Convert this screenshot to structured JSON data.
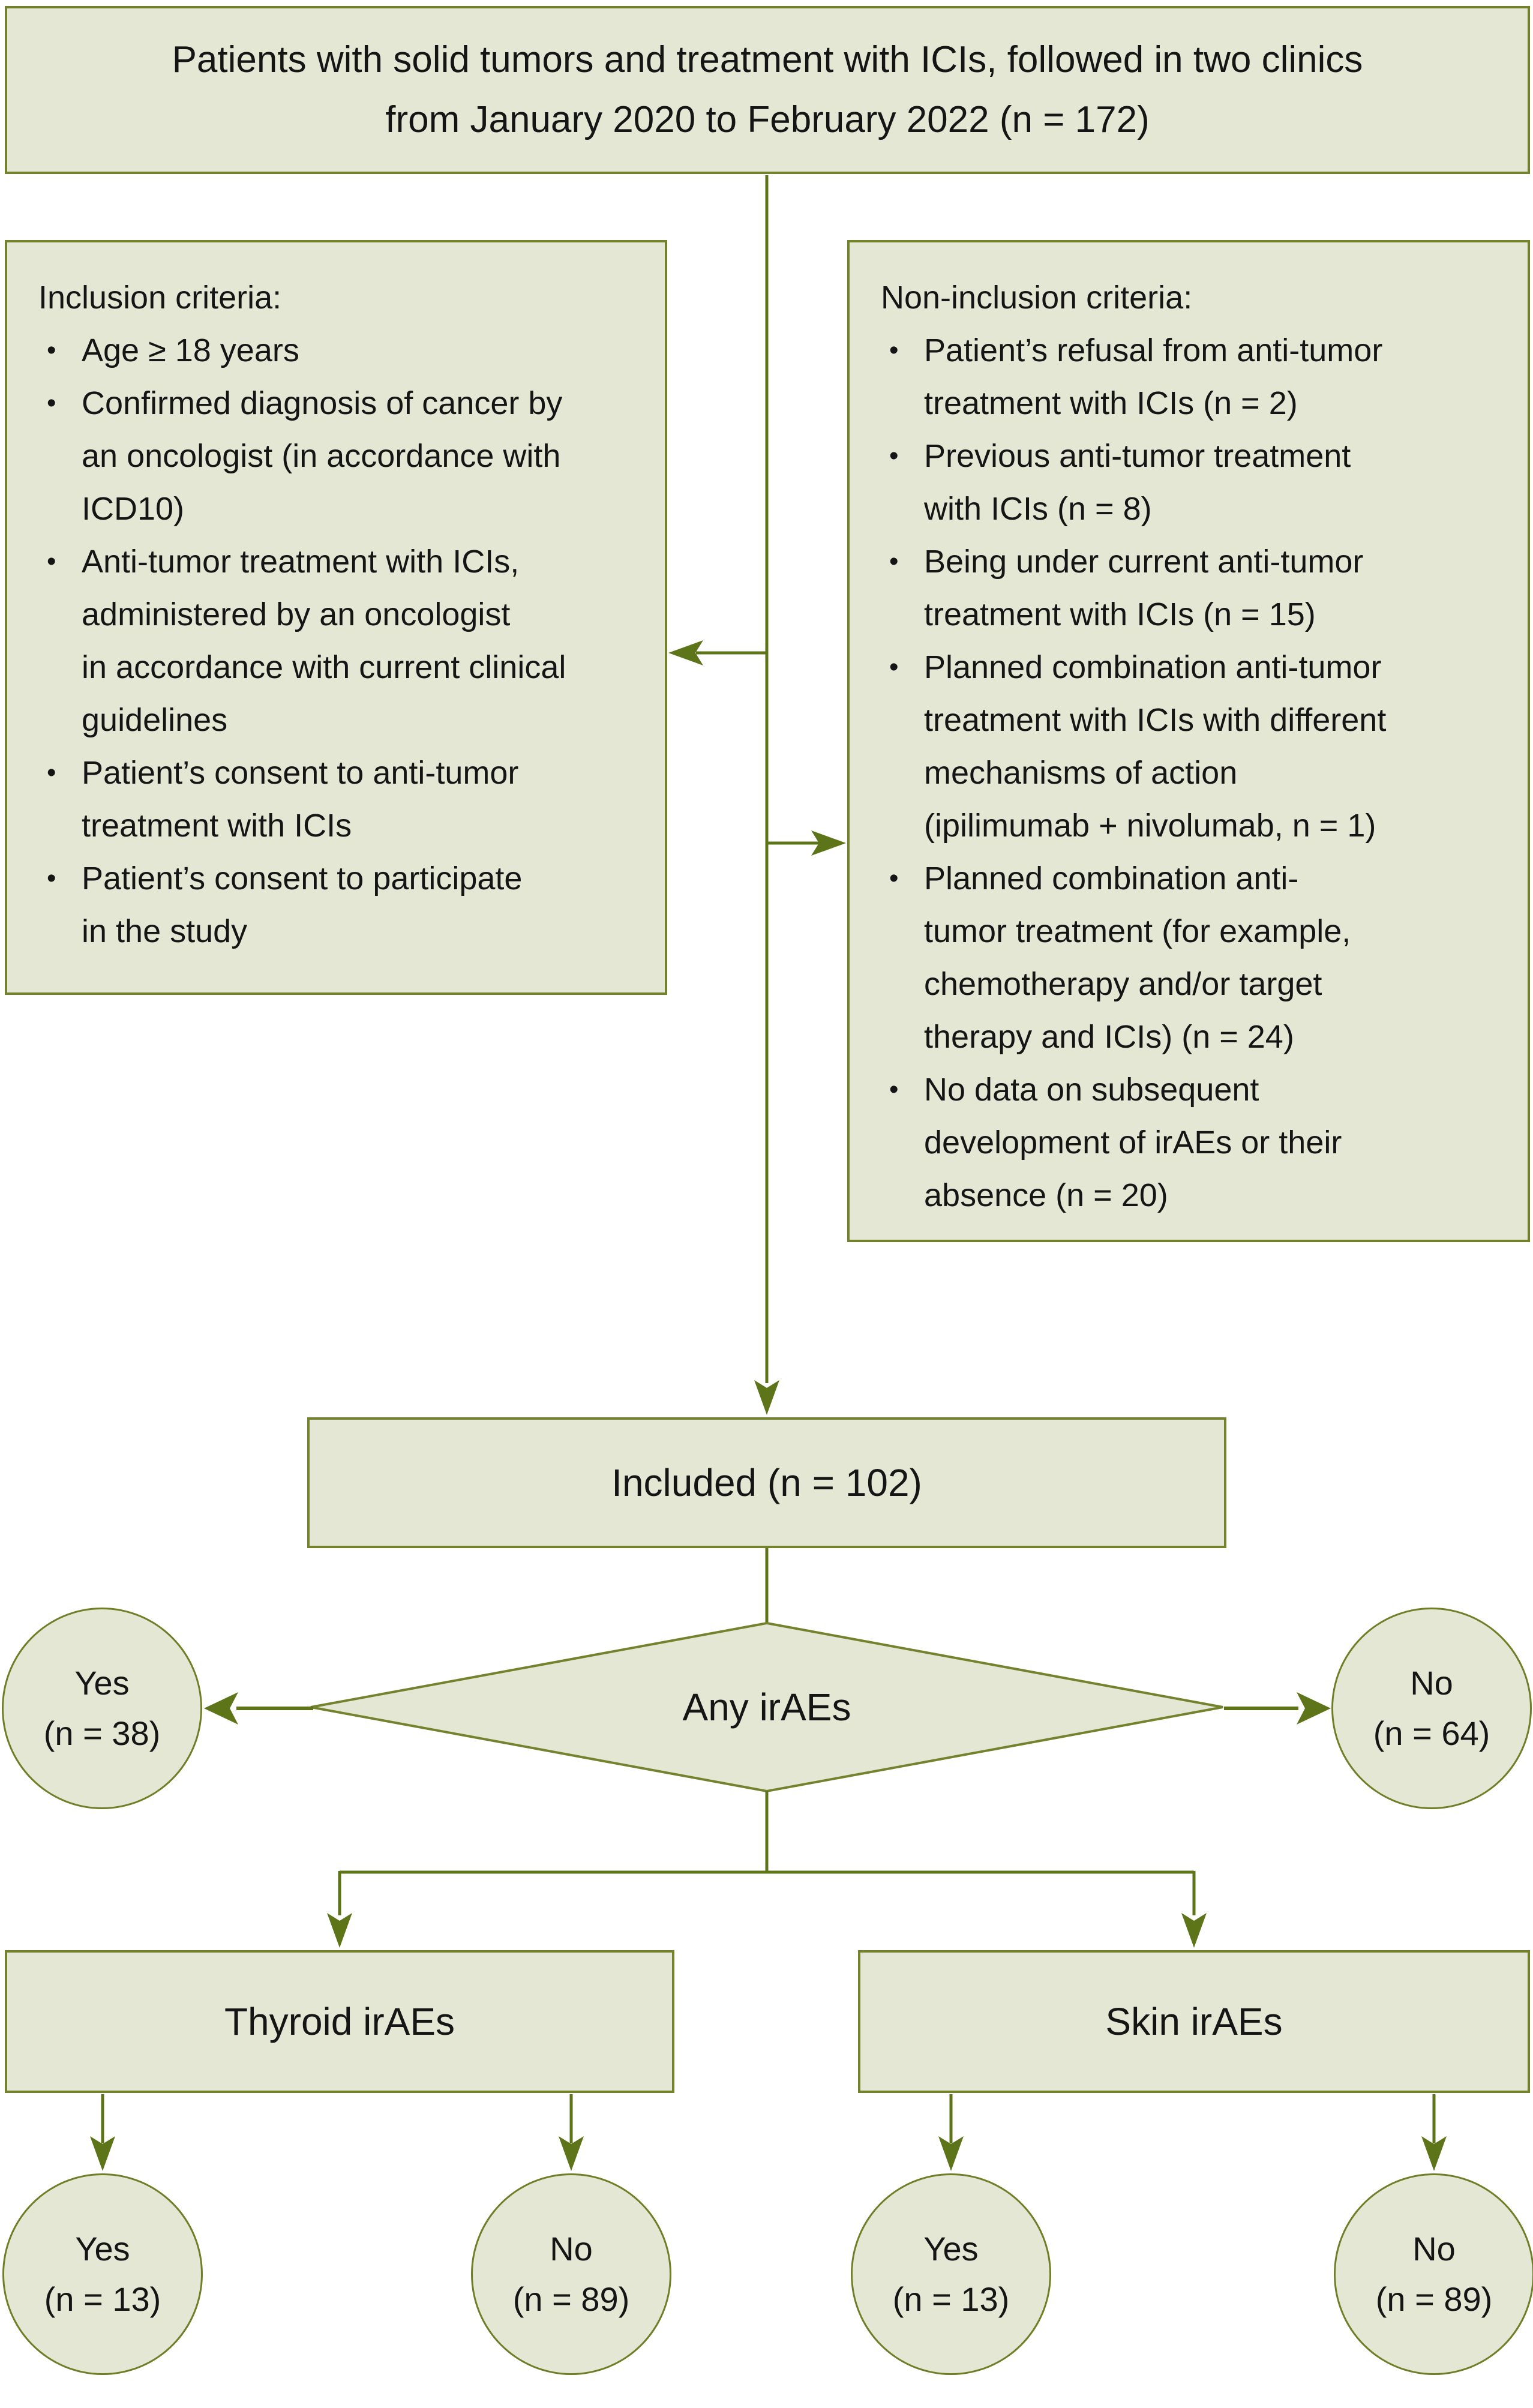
{
  "colors": {
    "box_fill": "#e3e7d4",
    "box_border": "#73832d",
    "arrow_line": "#5d7419",
    "text": "#151515",
    "background": "#ffffff"
  },
  "top_box": {
    "lines": [
      "Patients with solid tumors and treatment with ICIs, followed in two clinics",
      "from January 2020 to February 2022 (n = 172)"
    ]
  },
  "inclusion_box": {
    "title": "Inclusion criteria:",
    "items": [
      [
        "Age ≥ 18 years"
      ],
      [
        "Confirmed diagnosis of cancer by",
        "an oncologist (in accordance with",
        "ICD10)"
      ],
      [
        "Anti-tumor treatment with ICIs,",
        "administered by an oncologist",
        "in accordance with current clinical",
        "guidelines"
      ],
      [
        "Patient’s consent to anti-tumor",
        "treatment with ICIs"
      ],
      [
        "Patient’s consent to participate",
        "in the study"
      ]
    ]
  },
  "non_inclusion_box": {
    "title": "Non-inclusion criteria:",
    "items": [
      [
        "Patient’s refusal from anti-tumor",
        "treatment with ICIs (n = 2)"
      ],
      [
        "Previous anti-tumor treatment",
        "with ICIs (n = 8)"
      ],
      [
        "Being under current anti-tumor",
        "treatment with ICIs (n = 15)"
      ],
      [
        "Planned combination anti-tumor",
        "treatment with ICIs with different",
        "mechanisms of action",
        "(ipilimumab + nivolumab, n = 1)"
      ],
      [
        "Planned combination anti-",
        "tumor treatment (for example,",
        "chemotherapy and/or target",
        "therapy and ICIs) (n = 24)"
      ],
      [
        "No data on subsequent",
        "development of irAEs or their",
        "absence (n = 20)"
      ]
    ]
  },
  "included_box": {
    "label": "Included (n = 102)"
  },
  "decision_diamond": {
    "label": "Any irAEs"
  },
  "any_yes_circle": {
    "lines": [
      "Yes",
      "(n = 38)"
    ]
  },
  "any_no_circle": {
    "lines": [
      "No",
      "(n = 64)"
    ]
  },
  "thyroid_box": {
    "label": "Thyroid irAEs"
  },
  "skin_box": {
    "label": "Skin irAEs"
  },
  "thyroid_yes_circle": {
    "lines": [
      "Yes",
      "(n = 13)"
    ]
  },
  "thyroid_no_circle": {
    "lines": [
      "No",
      "(n = 89)"
    ]
  },
  "skin_yes_circle": {
    "lines": [
      "Yes",
      "(n = 13)"
    ]
  },
  "skin_no_circle": {
    "lines": [
      "No",
      "(n = 89)"
    ]
  }
}
